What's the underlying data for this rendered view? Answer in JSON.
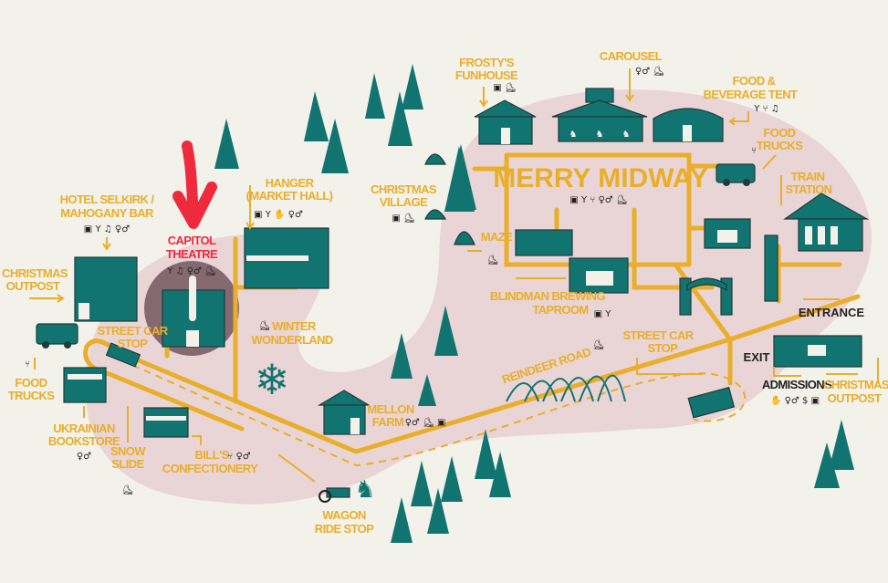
{
  "colors": {
    "background": "#f2f1ea",
    "park": "#ead5d6",
    "teal": "#127471",
    "gold": "#e9ae2b",
    "highlight": "#ee2a3c",
    "dark": "#231f20"
  },
  "title": "MERRY MIDWAY",
  "midway_icons": [
    "gift",
    "cocktail",
    "food",
    "restroom",
    "sleigh"
  ],
  "locations": {
    "frosty": {
      "line1": "FROSTY'S",
      "line2": "FUNHOUSE",
      "icons": [
        "gift",
        "sleigh"
      ]
    },
    "carousel": {
      "line1": "CAROUSEL",
      "icons": [
        "restroom",
        "sleigh"
      ]
    },
    "food_bev": {
      "line1": "FOOD &",
      "line2": "BEVERAGE TENT",
      "icons": [
        "cocktail",
        "food",
        "music"
      ]
    },
    "food_trucks_right": {
      "line1": "FOOD",
      "line2": "TRUCKS",
      "icons": [
        "food"
      ]
    },
    "train": {
      "line1": "TRAIN",
      "line2": "STATION"
    },
    "xmas_village": {
      "line1": "CHRISTMAS",
      "line2": "VILLAGE",
      "icons": [
        "gift",
        "sleigh"
      ]
    },
    "maze": {
      "line1": "MAZE",
      "icons": [
        "sleigh"
      ]
    },
    "blindman": {
      "line1": "BLINDMAN BREWING",
      "line2": "TAPROOM",
      "icons": [
        "gift",
        "cocktail"
      ]
    },
    "hanger": {
      "line1": "HANGER",
      "line2": "(MARKET HALL)",
      "icons": [
        "gift",
        "cocktail",
        "mitten",
        "restroom"
      ]
    },
    "hotel": {
      "line1": "HOTEL SELKIRK /",
      "line2": "MAHOGANY BAR",
      "icons": [
        "gift",
        "cocktail",
        "music",
        "restroom"
      ]
    },
    "capitol": {
      "line1": "CAPITOL",
      "line2": "THEATRE",
      "icons": [
        "cocktail",
        "music",
        "restroom",
        "sleigh"
      ]
    },
    "outpost_left": {
      "line1": "CHRISTMAS",
      "line2": "OUTPOST"
    },
    "streetcar_left": {
      "line1": "STREET CAR",
      "line2": "STOP"
    },
    "winter": {
      "line1": "WINTER",
      "line2": "WONDERLAND",
      "icons": [
        "sleigh"
      ]
    },
    "food_trucks_left": {
      "line1": "FOOD",
      "line2": "TRUCKS",
      "icons": [
        "food"
      ]
    },
    "ukrainian": {
      "line1": "UKRAINIAN",
      "line2": "BOOKSTORE",
      "icons": [
        "restroom"
      ]
    },
    "snow_slide": {
      "line1": "SNOW",
      "line2": "SLIDE",
      "icons": [
        "sleigh"
      ]
    },
    "bills": {
      "line1": "BILL'S",
      "line2": "CONFECTIONERY",
      "icons": [
        "food",
        "restroom"
      ]
    },
    "wagon": {
      "line1": "WAGON",
      "line2": "RIDE STOP"
    },
    "mellon": {
      "line1": "MELLON",
      "line2": "FARM",
      "icons": [
        "restroom",
        "sleigh",
        "gift"
      ]
    },
    "reindeer": {
      "line1": "REINDEER ROAD",
      "icons": [
        "sleigh"
      ]
    },
    "streetcar_right": {
      "line1": "STREET CAR",
      "line2": "STOP"
    },
    "entrance": {
      "line1": "ENTRANCE"
    },
    "exit": {
      "line1": "EXIT"
    },
    "admissions": {
      "line1": "ADMISSIONS",
      "icons": [
        "mitten",
        "restroom",
        "dollar",
        "gift"
      ]
    },
    "outpost_right": {
      "line1": "CHRISTMAS",
      "line2": "OUTPOST"
    }
  }
}
